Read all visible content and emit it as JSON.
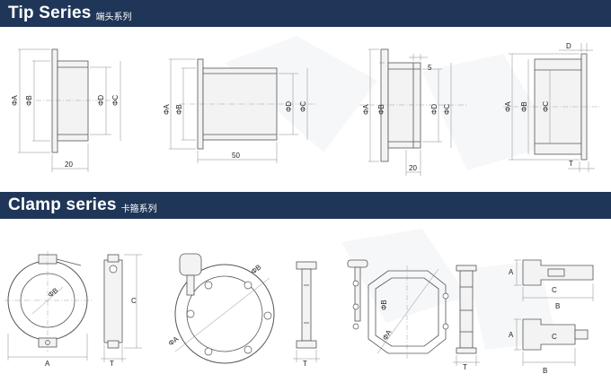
{
  "sections": [
    {
      "title": "Tip Series",
      "subtitle": "端头系列"
    },
    {
      "title": "Clamp series",
      "subtitle": "卡箍系列"
    }
  ],
  "dims": {
    "phi_a": "ΦA",
    "phi_b": "ΦB",
    "phi_c": "ΦC",
    "phi_d": "ΦD",
    "a": "A",
    "b": "B",
    "c": "C",
    "d": "D",
    "t": "T",
    "n20": "20",
    "n50": "50",
    "n5": "5"
  },
  "colors": {
    "banner": "#1f3658",
    "text": "#ffffff",
    "watermark": "#eef0f4"
  }
}
